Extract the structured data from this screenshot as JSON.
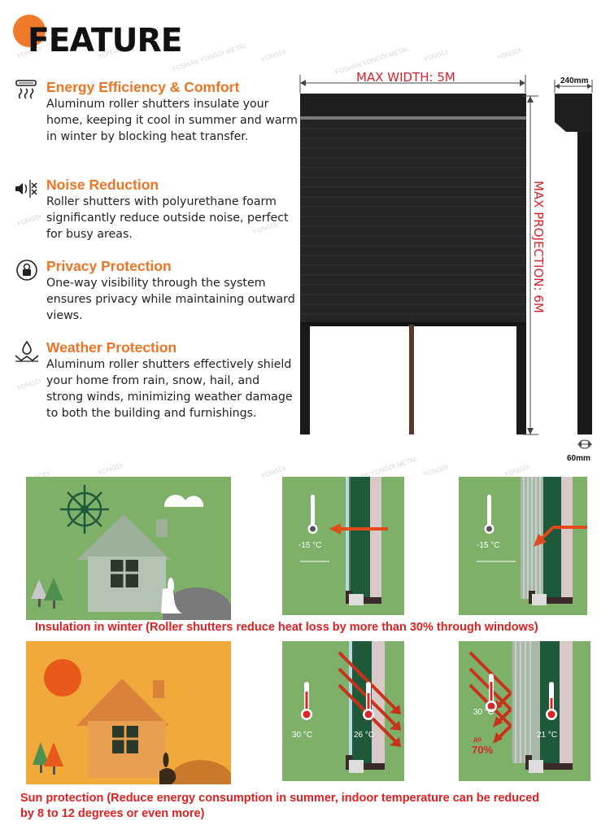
{
  "header": {
    "title": "FEATURE"
  },
  "features": [
    {
      "icon": "heat-icon",
      "title": "Energy Efficiency & Comfort",
      "description": "Aluminum roller shutters insulate your home, keeping it cool in summer and warm in winter by blocking heat transfer."
    },
    {
      "icon": "sound-icon",
      "title": "Noise Reduction",
      "description": "Roller shutters with polyurethane foarm significantly reduce outside noise, perfect for busy areas."
    },
    {
      "icon": "privacy-icon",
      "title": "Privacy Protection",
      "description": "One-way visibility through the system ensures privacy while maintaining outward views."
    },
    {
      "icon": "weather-icon",
      "title": "Weather Protection",
      "description": "Aluminum roller shutters effectively shield your home from rain, snow, hail, and strong winds, minimizing weather damage to both the building and furnishings."
    }
  ],
  "diagram": {
    "max_width": "MAX WIDTH: 5M",
    "max_projection": "MAX PROJECTION: 6M",
    "box_width": "240mm",
    "rail_width": "60mm"
  },
  "winter": {
    "temp_left": "-15 °C",
    "temp_right": "-15 °C",
    "caption": "Insulation in winter (Roller shutters reduce heat loss by more than 30% through windows)"
  },
  "summer": {
    "temp_out_1": "30 °C",
    "temp_in_1": "26 °C",
    "temp_out_2": "30 °C",
    "temp_in_2": "21 °C",
    "reduction_prefix": "до",
    "reduction": "70%",
    "caption_line1": "Sun protection (Reduce energy consumption in summer, indoor temperature can be reduced",
    "caption_line2": "by 8 to 12 degrees or even more)"
  },
  "watermark": {
    "brand": "YONGDI",
    "sub": "FOSHAN YONGDI METAL"
  },
  "colors": {
    "accent_orange": "#ee7424",
    "caption_red": "#e02020",
    "winter_green": "#7fb06a",
    "summer_orange": "#f2a93b"
  }
}
